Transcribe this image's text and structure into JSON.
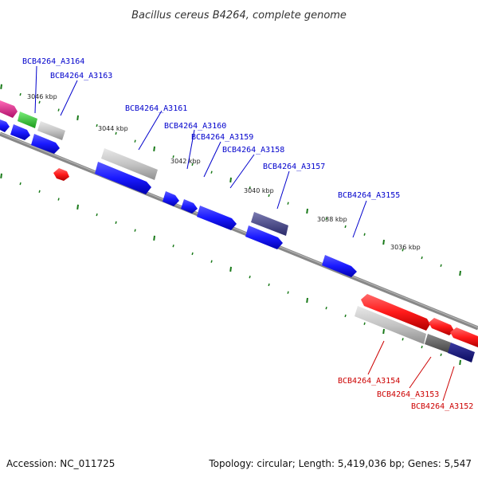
{
  "title": "Bacillus cereus B4264, complete genome",
  "footer": {
    "accession": "Accession: NC_011725",
    "summary": "Topology: circular; Length: 5,419,036 bp; Genes: 5,547"
  },
  "kbp_ticks": [
    "3046 kbp",
    "3044 kbp",
    "3042 kbp",
    "3040 kbp",
    "3038 kbp",
    "3036 kbp"
  ],
  "genes_top": [
    {
      "name": "BCB4264_A3164",
      "color": "#0000cc"
    },
    {
      "name": "BCB4264_A3163",
      "color": "#0000cc"
    },
    {
      "name": "BCB4264_A3161",
      "color": "#0000cc"
    },
    {
      "name": "BCB4264_A3160",
      "color": "#0000cc"
    },
    {
      "name": "BCB4264_A3159",
      "color": "#0000cc"
    },
    {
      "name": "BCB4264_A3158",
      "color": "#0000cc"
    },
    {
      "name": "BCB4264_A3157",
      "color": "#0000cc"
    },
    {
      "name": "BCB4264_A3155",
      "color": "#0000cc"
    }
  ],
  "genes_bottom": [
    {
      "name": "BCB4264_A3154",
      "color": "#cc0000"
    },
    {
      "name": "BCB4264_A3153",
      "color": "#cc0000"
    },
    {
      "name": "BCB4264_A3152",
      "color": "#cc0000"
    }
  ],
  "colors": {
    "backbone": "#777777",
    "tick": "#1a7a1a",
    "forward_gene": "#1a1aff",
    "reverse_gene": "#ff1a1a",
    "gray_gene": "#bbbbbb",
    "dark_gray_gene": "#666666",
    "navy_gene": "#1a1a80",
    "slate_gene": "#4a4a8a",
    "green_gene": "#33cc33",
    "magenta_gene": "#e0228a"
  }
}
